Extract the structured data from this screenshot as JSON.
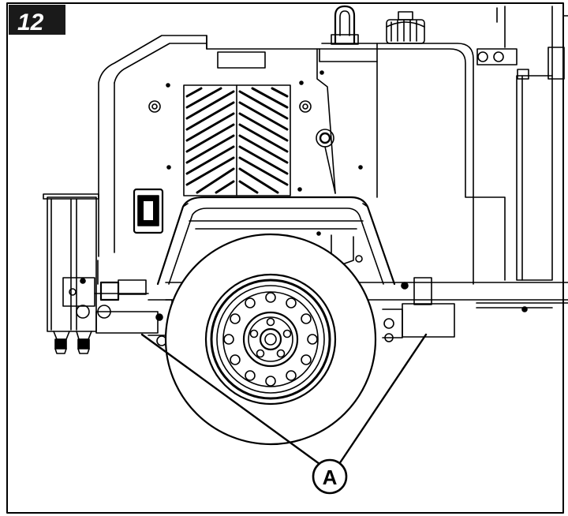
{
  "figure": {
    "step_number": "12",
    "callout_label": "A"
  },
  "colors": {
    "line": "#000000",
    "badge_bg": "#1a1a1a",
    "badge_text": "#ffffff",
    "paper": "#ffffff"
  },
  "icons": [
    "step-number-badge",
    "callout-circle",
    "leader-line",
    "wheel",
    "lift-eye",
    "fuel-cap"
  ]
}
